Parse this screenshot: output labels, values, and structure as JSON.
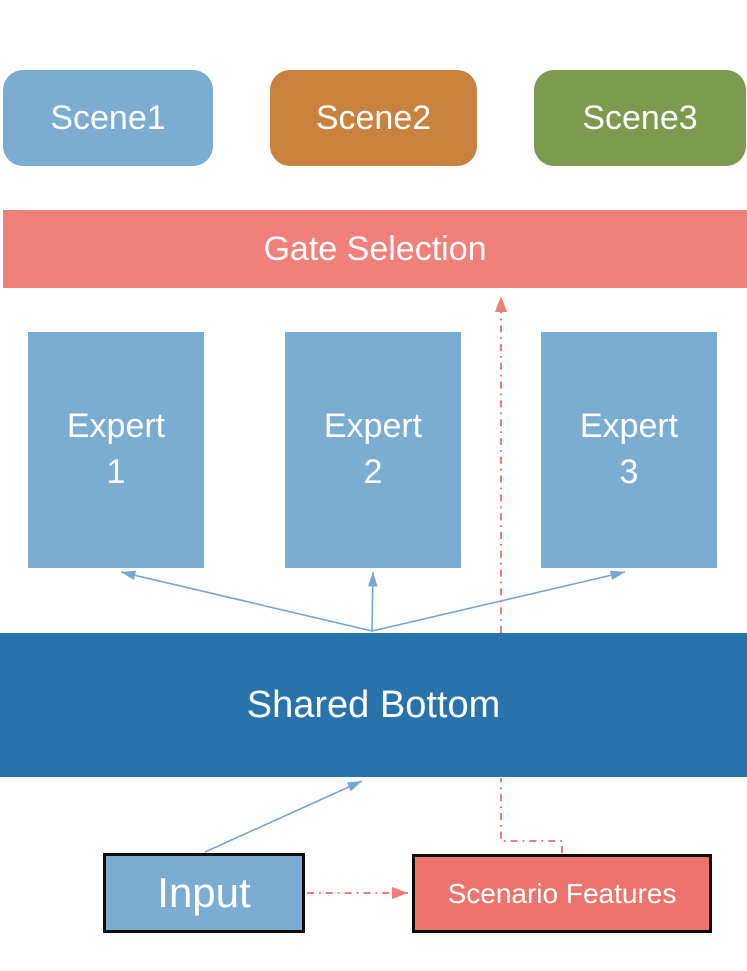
{
  "diagram": {
    "type": "architecture-diagram",
    "description": "Multi-scene mixture-of-experts model: scenes over gate selection over experts over shared bottom, fed by input and scenario features",
    "nodes": {
      "scenes": [
        {
          "id": "scene1",
          "label": "Scene1",
          "color": "#7BACD1",
          "shape": "rounded-rect"
        },
        {
          "id": "scene2",
          "label": "Scene2",
          "color": "#C9813E",
          "shape": "rounded-rect"
        },
        {
          "id": "scene3",
          "label": "Scene3",
          "color": "#7C9A4E",
          "shape": "rounded-rect"
        }
      ],
      "gate": {
        "id": "gate-selection",
        "label": "Gate Selection",
        "color": "#F2807A",
        "shape": "rect"
      },
      "experts": [
        {
          "id": "expert-1",
          "label_line1": "Expert",
          "label_line2": "1",
          "color": "#7BACD1"
        },
        {
          "id": "expert-2",
          "label_line1": "Expert",
          "label_line2": "2",
          "color": "#7BACD1"
        },
        {
          "id": "expert-3",
          "label_line1": "Expert",
          "label_line2": "3",
          "color": "#7BACD1"
        }
      ],
      "shared_bottom": {
        "id": "shared-bottom",
        "label": "Shared Bottom",
        "color": "#2973AC",
        "shape": "rect"
      },
      "input": {
        "id": "input",
        "label": "Input",
        "color": "#7BACD1",
        "border_color": "#0d0d0d"
      },
      "scenario_features": {
        "id": "scenario-features",
        "label": "Scenario Features",
        "color": "#ED746C",
        "border_color": "#0d0d0d"
      }
    },
    "edges": [
      {
        "from": "shared-bottom",
        "to": "expert-1",
        "style": "solid",
        "color": "#75A7D2",
        "head": "triangle"
      },
      {
        "from": "shared-bottom",
        "to": "expert-2",
        "style": "solid",
        "color": "#75A7D2",
        "head": "triangle"
      },
      {
        "from": "shared-bottom",
        "to": "expert-3",
        "style": "solid",
        "color": "#75A7D2",
        "head": "triangle"
      },
      {
        "from": "input",
        "to": "shared-bottom",
        "style": "solid",
        "color": "#75A7D2",
        "head": "triangle"
      },
      {
        "from": "input",
        "to": "scenario-features",
        "style": "dash-dot",
        "color": "#ED7D75",
        "head": "triangle"
      },
      {
        "from": "scenario-features",
        "to": "gate-selection",
        "style": "dash-dot",
        "color": "#ED7D75",
        "head": "triangle",
        "note": "elbow connector passing behind Shared Bottom"
      }
    ],
    "colors": {
      "light_blue": "#7BACD1",
      "orange": "#C9813E",
      "green": "#7C9A4E",
      "salmon_bar": "#F2807A",
      "salmon_box": "#ED746C",
      "salmon_line": "#ED7D75",
      "dark_blue": "#2973AC",
      "blue_line": "#75A7D2",
      "text": "#FFFFFF",
      "background": "#FFFFFF"
    }
  }
}
